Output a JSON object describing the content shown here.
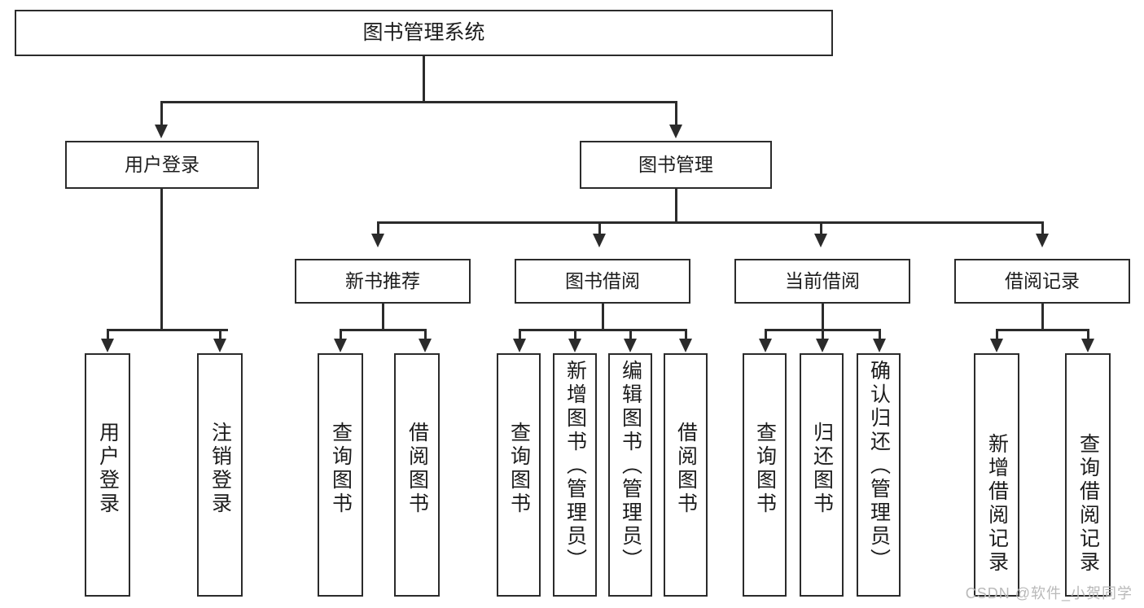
{
  "diagram": {
    "title": "图书管理系统",
    "type": "tree-hierarchy-chart",
    "watermark": "CSDN @软件_小贺同学",
    "colors": {
      "stroke": "#2b2b2b",
      "fill": "#ffffff",
      "text": "#1c1c1c",
      "watermark": "#b9b9b9"
    }
  },
  "nodes": {
    "root": {
      "label": "图书管理系统"
    },
    "level2": [
      {
        "label": "用户登录"
      },
      {
        "label": "图书管理"
      }
    ],
    "level3": [
      {
        "label": "新书推荐"
      },
      {
        "label": "图书借阅"
      },
      {
        "label": "当前借阅"
      },
      {
        "label": "借阅记录"
      }
    ],
    "leaves": {
      "user_login": [
        {
          "label": "用户登录"
        },
        {
          "label": "注销登录"
        }
      ],
      "new_book_recommend": [
        {
          "label": "查询图书"
        },
        {
          "label": "借阅图书"
        }
      ],
      "book_borrow": [
        {
          "label": "查询图书"
        },
        {
          "label": "新增图书（管理员）"
        },
        {
          "label": "编辑图书（管理员）"
        },
        {
          "label": "借阅图书"
        }
      ],
      "current_borrow": [
        {
          "label": "查询图书"
        },
        {
          "label": "归还图书"
        },
        {
          "label": "确认归还（管理员）"
        }
      ],
      "borrow_record": [
        {
          "label": "新增借阅记录"
        },
        {
          "label": "查询借阅记录"
        }
      ]
    }
  }
}
